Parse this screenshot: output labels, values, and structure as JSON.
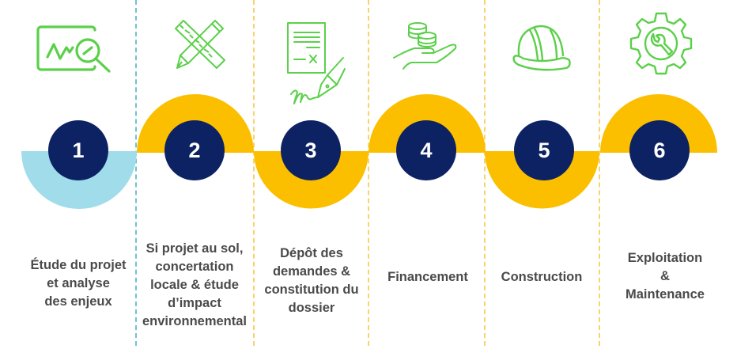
{
  "diagram": {
    "type": "process-timeline",
    "colors": {
      "badge": "#0D2263",
      "badge_text": "#FFFFFF",
      "arc_first": "#A0DCEA",
      "arc": "#FBBF00",
      "icon": "#5BD04A",
      "text": "#4A4A4A",
      "divider_first": "#6FC3D2",
      "divider": "#F7D36B"
    },
    "steps": [
      {
        "number": "1",
        "icon": "analysis-magnifier-icon",
        "arc": "bottom",
        "label_lines": [
          "Étude du projet",
          "et analyse",
          "des enjeux"
        ]
      },
      {
        "number": "2",
        "icon": "ruler-pencil-icon",
        "arc": "top",
        "label_lines": [
          "Si projet au sol,",
          "concertation",
          "locale & étude",
          "d’impact",
          "environnemental"
        ]
      },
      {
        "number": "3",
        "icon": "document-signature-icon",
        "arc": "bottom",
        "label_lines": [
          "Dépôt des",
          "demandes &",
          "constitution du",
          "dossier"
        ]
      },
      {
        "number": "4",
        "icon": "hand-coins-icon",
        "arc": "top",
        "label_lines": [
          "Financement"
        ]
      },
      {
        "number": "5",
        "icon": "hard-hat-icon",
        "arc": "bottom",
        "label_lines": [
          "Construction"
        ]
      },
      {
        "number": "6",
        "icon": "gear-wrench-icon",
        "arc": "top",
        "label_lines": [
          "Exploitation",
          "&",
          "Maintenance"
        ]
      }
    ]
  }
}
